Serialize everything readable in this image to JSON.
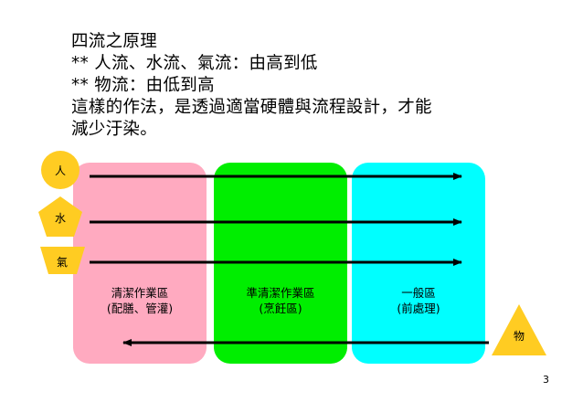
{
  "slide": {
    "lines": [
      "四流之原理",
      "** 人流、水流、氣流：由高到低",
      "** 物流：由低到高",
      "這樣的作法，是透過適當硬體與流程設計，才能",
      "減少汙染。"
    ],
    "page_number": "3"
  },
  "zones": [
    {
      "line1": "清潔作業區",
      "line2": "(配膳、管灌)",
      "color": "#ffaac0"
    },
    {
      "line1": "準清潔作業區",
      "line2": "(烹飪區)",
      "color": "#00ee00"
    },
    {
      "line1": "一般區",
      "line2": "(前處理)",
      "color": "#00ffff"
    }
  ],
  "flows": {
    "people": {
      "label": "人",
      "shape": "circle",
      "color": "#ffcc22"
    },
    "water": {
      "label": "水",
      "shape": "pentagon",
      "color": "#ffcc22"
    },
    "air": {
      "label": "氣",
      "shape": "trapezoid",
      "color": "#ffcc22"
    },
    "goods": {
      "label": "物",
      "shape": "triangle",
      "color": "#ffcc22"
    }
  }
}
